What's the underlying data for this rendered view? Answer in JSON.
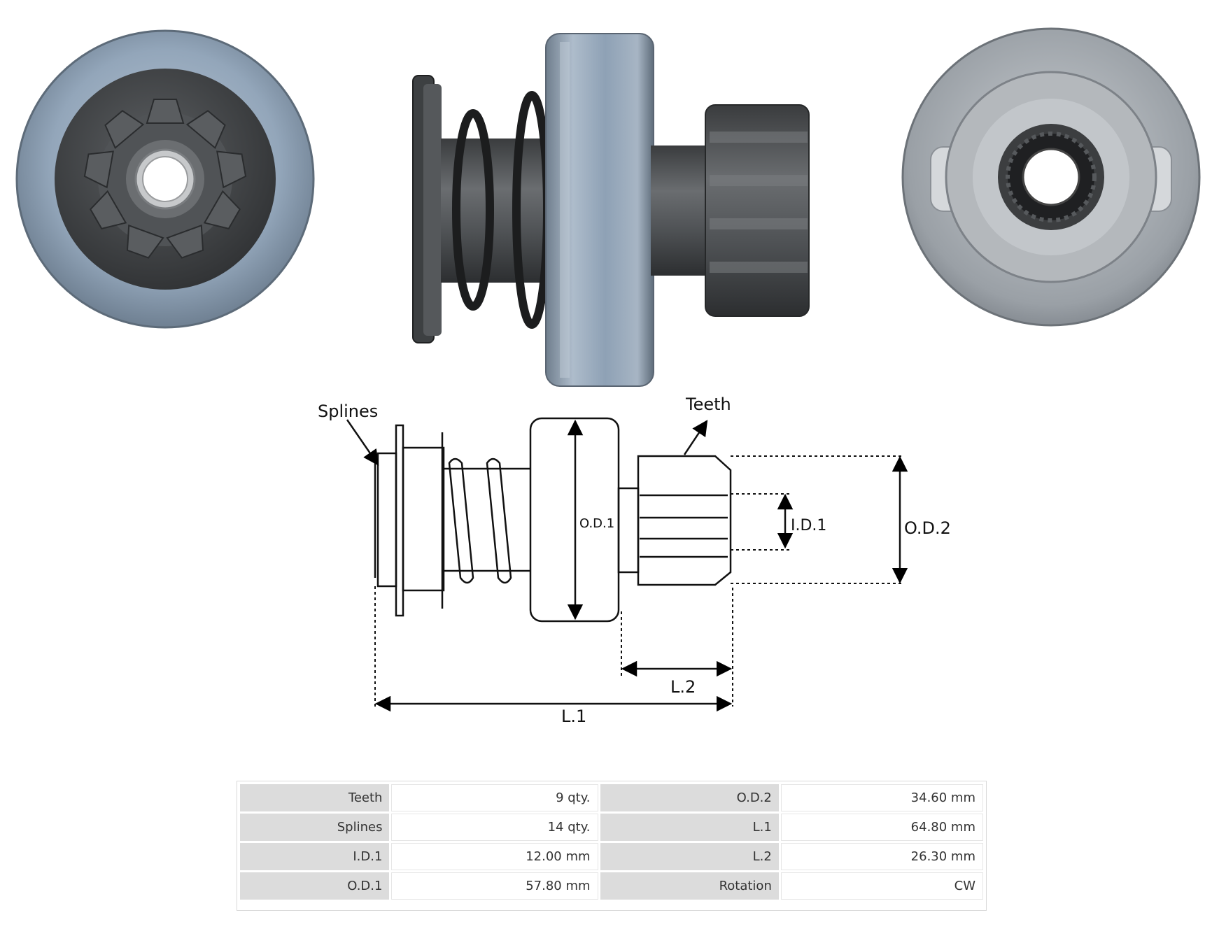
{
  "diagram": {
    "callouts": {
      "splines": "Splines",
      "teeth": "Teeth"
    },
    "dimensions": {
      "od1": "O.D.1",
      "id1": "I.D.1",
      "od2": "O.D.2",
      "l1": "L.1",
      "l2": "L.2"
    }
  },
  "specs": {
    "rows": [
      {
        "label1": "Teeth",
        "value1": "9 qty.",
        "label2": "O.D.2",
        "value2": "34.60 mm"
      },
      {
        "label1": "Splines",
        "value1": "14 qty.",
        "label2": "L.1",
        "value2": "64.80 mm"
      },
      {
        "label1": "I.D.1",
        "value1": "12.00 mm",
        "label2": "L.2",
        "value2": "26.30 mm"
      },
      {
        "label1": "O.D.1",
        "value1": "57.80 mm",
        "label2": "Rotation",
        "value2": "CW"
      }
    ]
  },
  "colors": {
    "metal_blue": "#8fa3b8",
    "dark_steel": "#4a4c4e",
    "table_label_bg": "#dcdcdc"
  }
}
